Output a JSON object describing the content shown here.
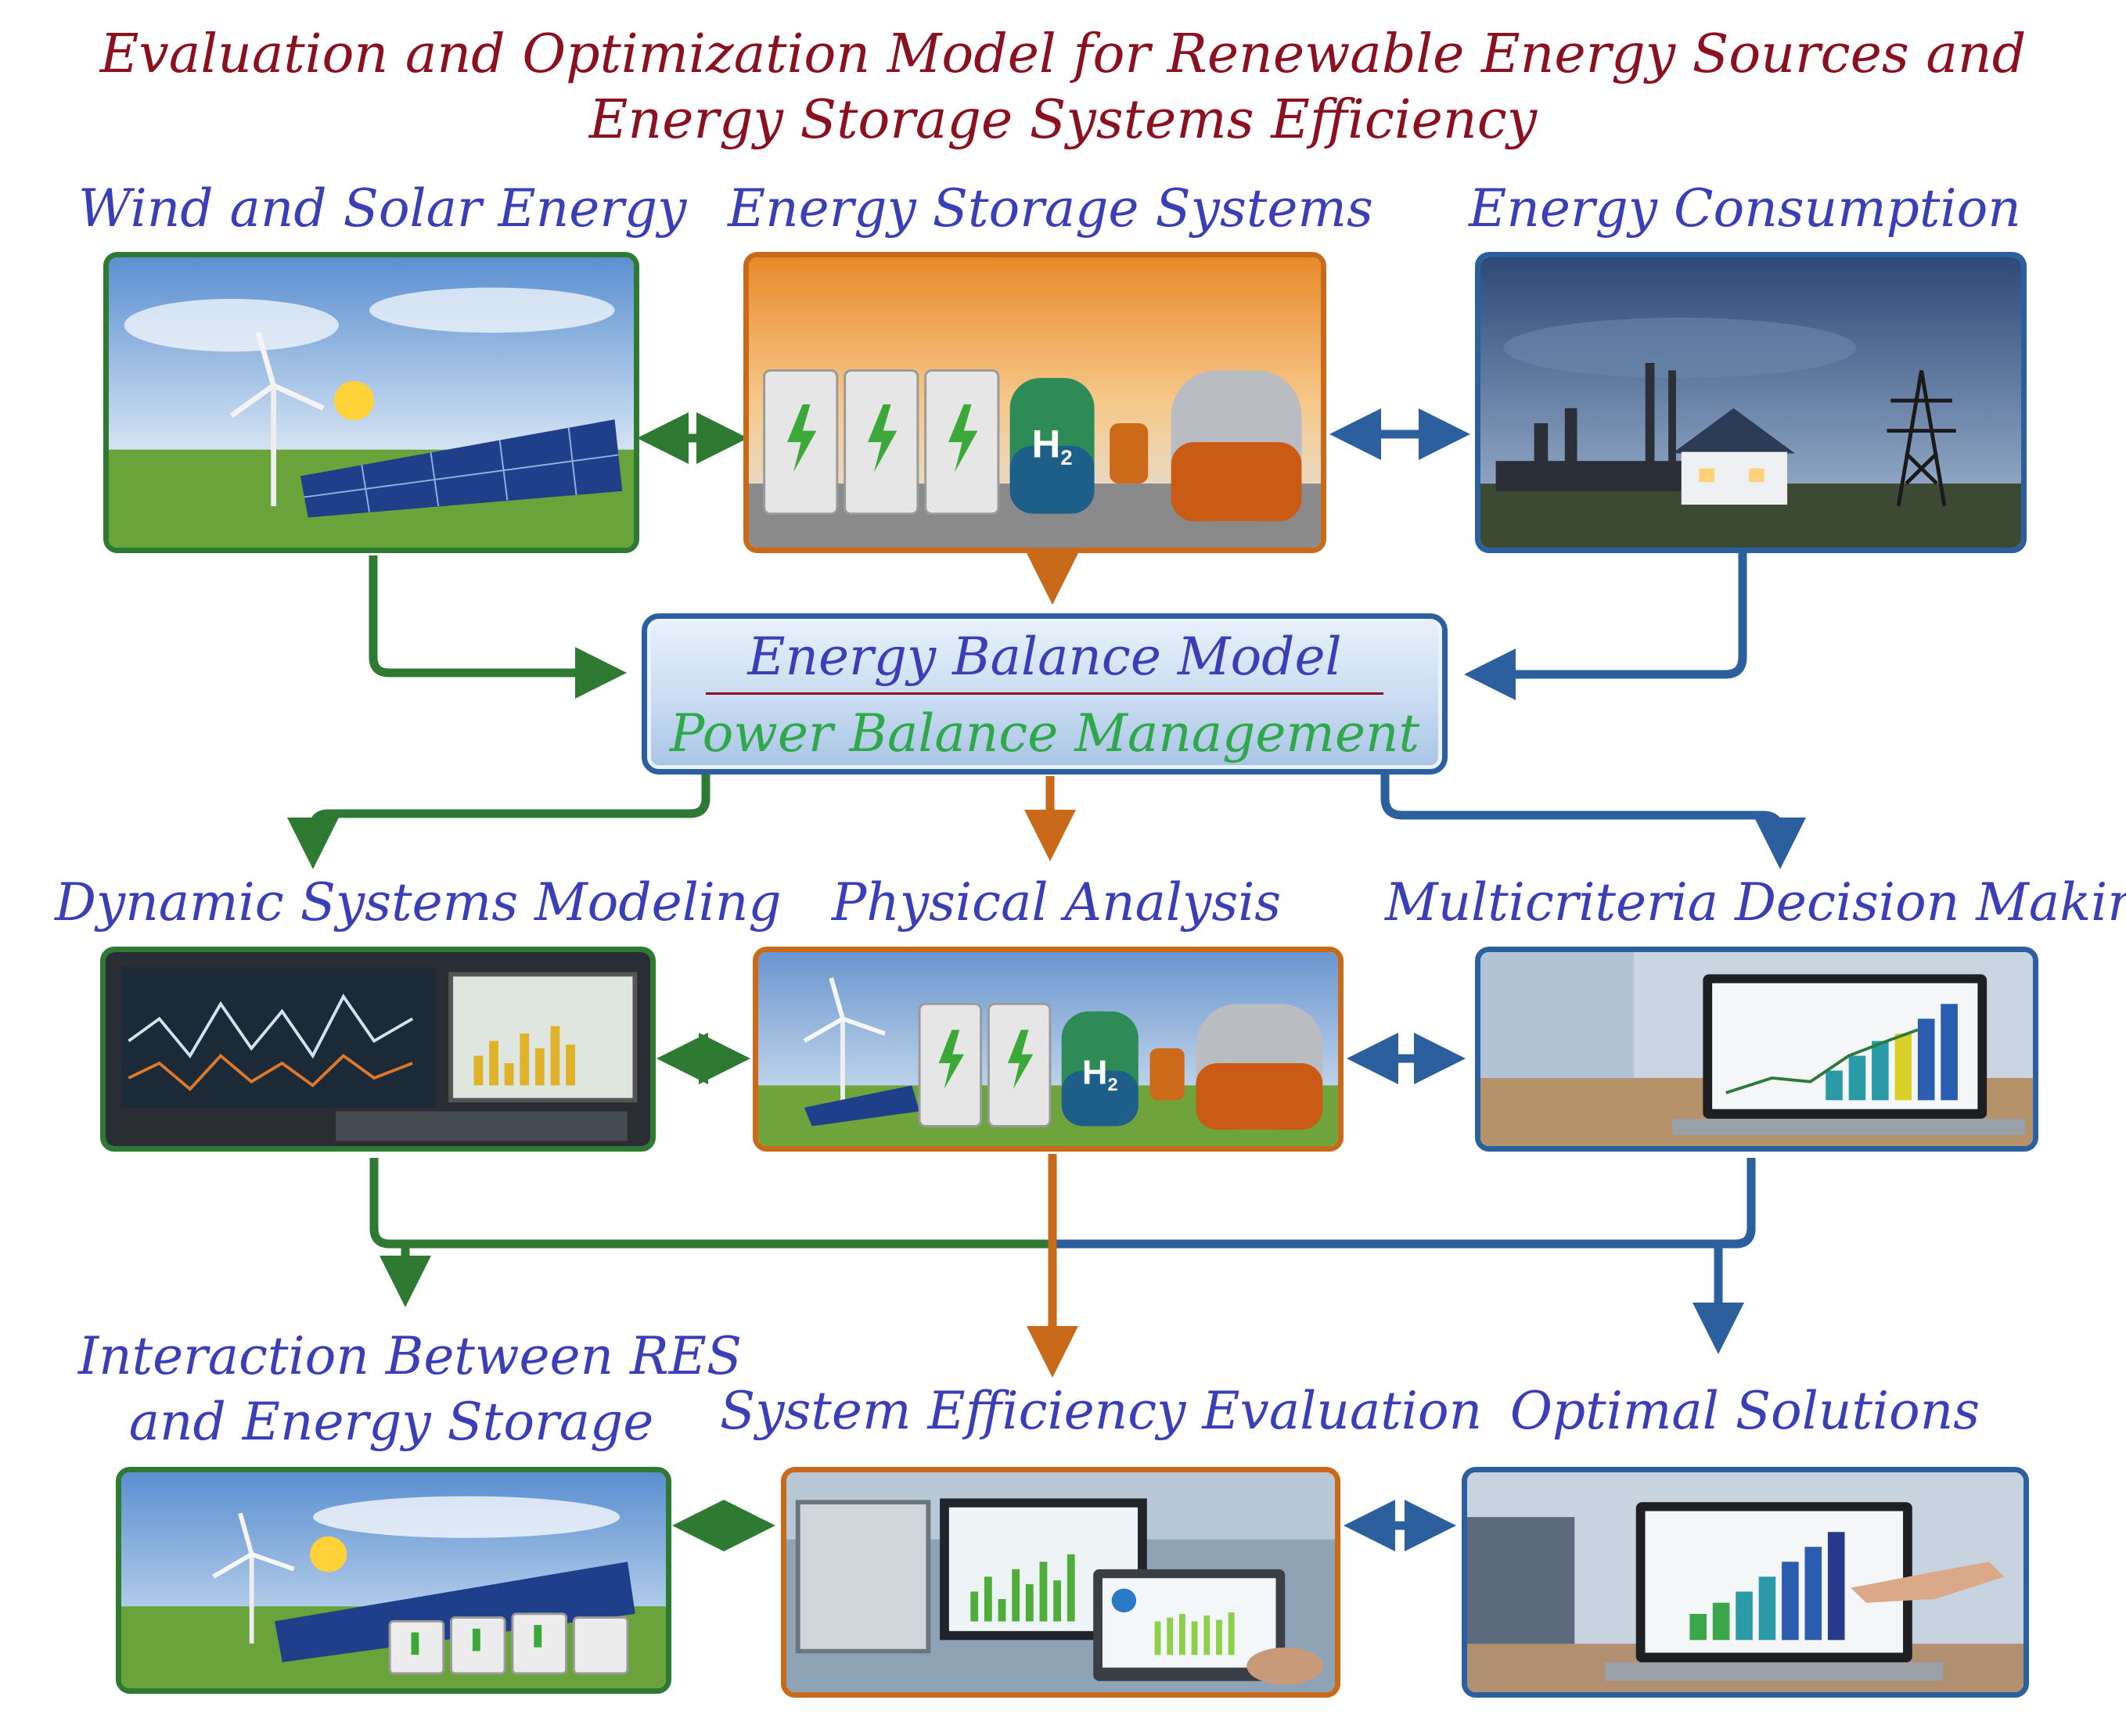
{
  "title": {
    "line1": "Evaluation and Optimization Model for Renewable Energy Sources and",
    "line2": "Energy Storage Systems Efficiency"
  },
  "nodes": {
    "wind_solar": "Wind and Solar Energy",
    "storage_systems": "Energy Storage Systems",
    "consumption": "Energy Consumption",
    "dynamic_modeling": "Dynamic Systems Modeling",
    "physical_analysis": "Physical Analysis",
    "mcdm": "Multicriteria Decision Making",
    "interaction_line1": "Interaction Between RES",
    "interaction_line2": "and Energy Storage",
    "efficiency_eval": "System Efficiency Evaluation",
    "optimal_solutions": "Optimal Solutions"
  },
  "balance": {
    "line1": "Energy Balance Model",
    "line2": "Power Balance Management"
  },
  "image_text": {
    "hydrogen_symbol": "H",
    "hydrogen_subscript": "2"
  },
  "colors": {
    "title": "#8b1020",
    "label": "#3a3fb8",
    "green": "#2f7a32",
    "orange": "#c96a1a",
    "blue": "#2b5f9e",
    "management_text": "#2ea84a"
  }
}
